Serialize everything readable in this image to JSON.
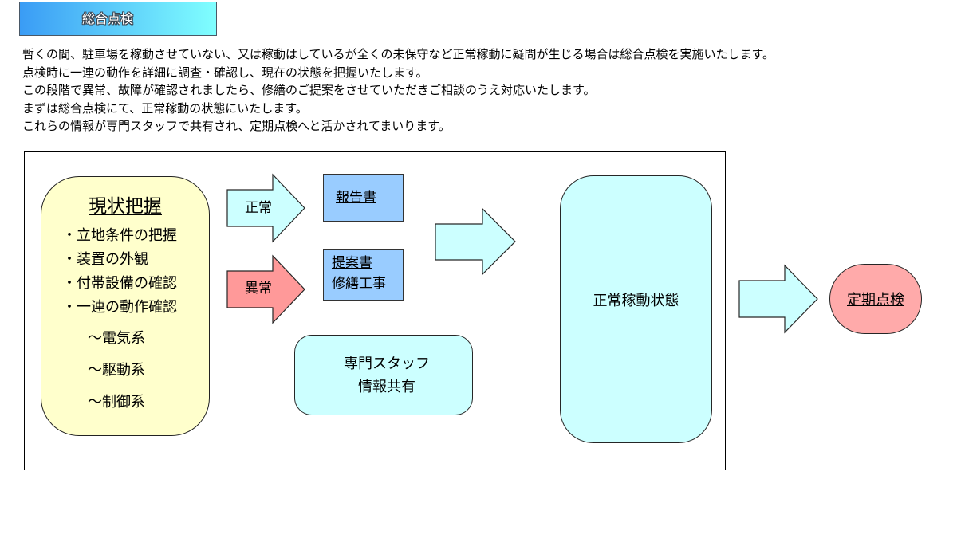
{
  "header": {
    "title": "総合点検"
  },
  "intro": {
    "lines": [
      "暫くの間、駐車場を稼動させていない、又は稼動はしているが全くの未保守など正常稼動に疑問が生じる場合は総合点検を実施いたします。",
      "点検時に一連の動作を詳細に調査・確認し、現在の状態を把握いたします。",
      "この段階で異常、故障が確認されましたら、修繕のご提案をさせていただきご相談のうえ対応いたします。",
      "まずは総合点検にて、正常稼動の状態にいたします。",
      "これらの情報が専門スタッフで共有され、定期点検へと活かされてまいります。"
    ]
  },
  "diagram": {
    "current_state": {
      "title": "現状把握",
      "items": [
        "・立地条件の把握",
        "・装置の外観",
        "・付帯設備の確認",
        "・一連の動作確認"
      ],
      "sub_items": [
        "～電気系",
        "～駆動系",
        "～制御系"
      ]
    },
    "normal_arrow": {
      "label": "正常"
    },
    "abnormal_arrow": {
      "label": "異常"
    },
    "report": {
      "label": "報告書"
    },
    "proposal": {
      "lines": [
        "提案書",
        "修繕工事"
      ]
    },
    "staff_sharing": {
      "lines": [
        "専門スタッフ",
        "情報共有"
      ]
    },
    "normal_operation": {
      "label": "正常稼動状態"
    },
    "regular_inspection": {
      "label": "定期点検"
    }
  },
  "colors": {
    "banner_start": "#3a9cf5",
    "banner_end": "#80ffff",
    "current_state_fill": "#ffffcc",
    "normal_fill": "#ccffff",
    "abnormal_fill": "#ff9999",
    "document_fill": "#99ccff",
    "inspection_fill": "#ffaaaa"
  }
}
